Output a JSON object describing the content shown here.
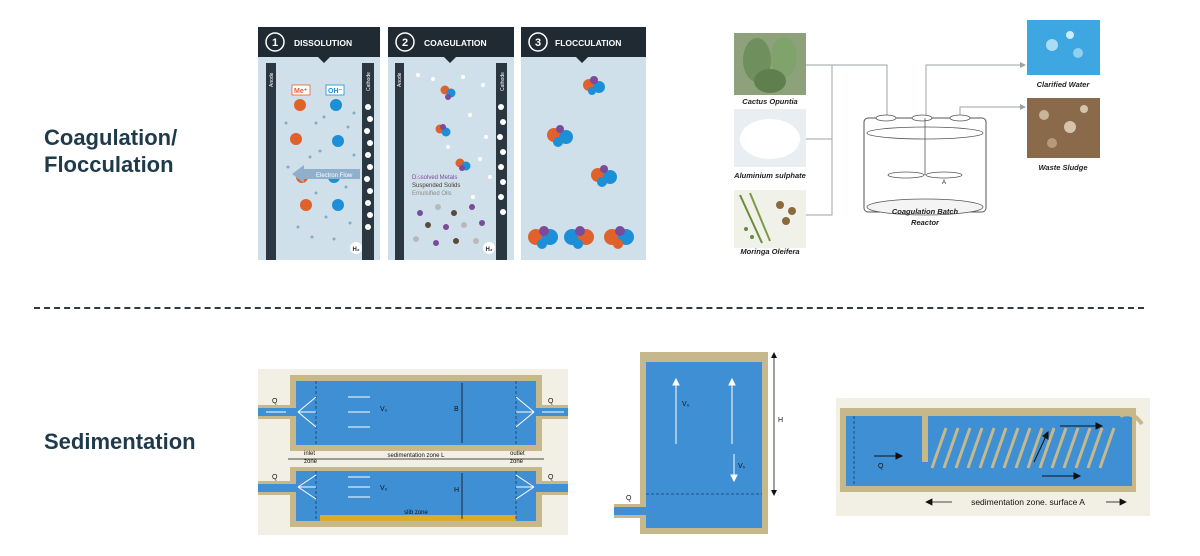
{
  "headings": {
    "coagulation": "Coagulation/",
    "flocculation": "Flocculation",
    "sedimentation": "Sedimentation"
  },
  "electrocoag": {
    "steps": [
      {
        "number": "1",
        "label": "DISSOLUTION"
      },
      {
        "number": "2",
        "label": "COAGULATION"
      },
      {
        "number": "3",
        "label": "FLOCCULATION"
      }
    ],
    "anode": "Anode",
    "cathode": "Cathode",
    "metal_ion": "Me⁺",
    "hydroxide": "OH⁻",
    "electron_flow": "Electron Flow",
    "hydrogen": "H₂",
    "legend": [
      "Dissolved Metals",
      "Suspended Solids",
      "Emulsified Oils"
    ],
    "colors": {
      "header": "#1f2a33",
      "panel": "#cfe0ea",
      "metal": "#e0622a",
      "hydroxide": "#1d8fd6",
      "dissolved": "#7b4a9a",
      "solids": "#5a4a3a",
      "oils": "#b9b9b9"
    }
  },
  "batch": {
    "sources": [
      "Cactus Opuntia",
      "Aluminium sulphate",
      "Moringa Oleifera"
    ],
    "reactor_title": "Coagulation Batch",
    "reactor_subtitle": "Reactor",
    "reactor_marker": "A",
    "outputs": [
      "Clarified Water",
      "Waste Sludge"
    ]
  },
  "sed_horizontal": {
    "q_in": "Q",
    "q_out": "Q",
    "v0": "V₀",
    "b": "B",
    "h": "H",
    "inlet_zone": [
      "inlet",
      "zone"
    ],
    "outlet_zone": [
      "outlet",
      "zone"
    ],
    "sedimentation_zone": "sedimentation zone L",
    "sludge_zone": "slib zone",
    "colors": {
      "water": "#3f8fd4",
      "wall": "#c6b88a",
      "sludge": "#d9ad2b"
    }
  },
  "sed_vertical": {
    "v0": "V₀",
    "vs": "Vₛ",
    "h": "H",
    "q": "Q"
  },
  "sed_lamella": {
    "q": "Q",
    "zone_label": "sedimentation zone. surface A"
  }
}
